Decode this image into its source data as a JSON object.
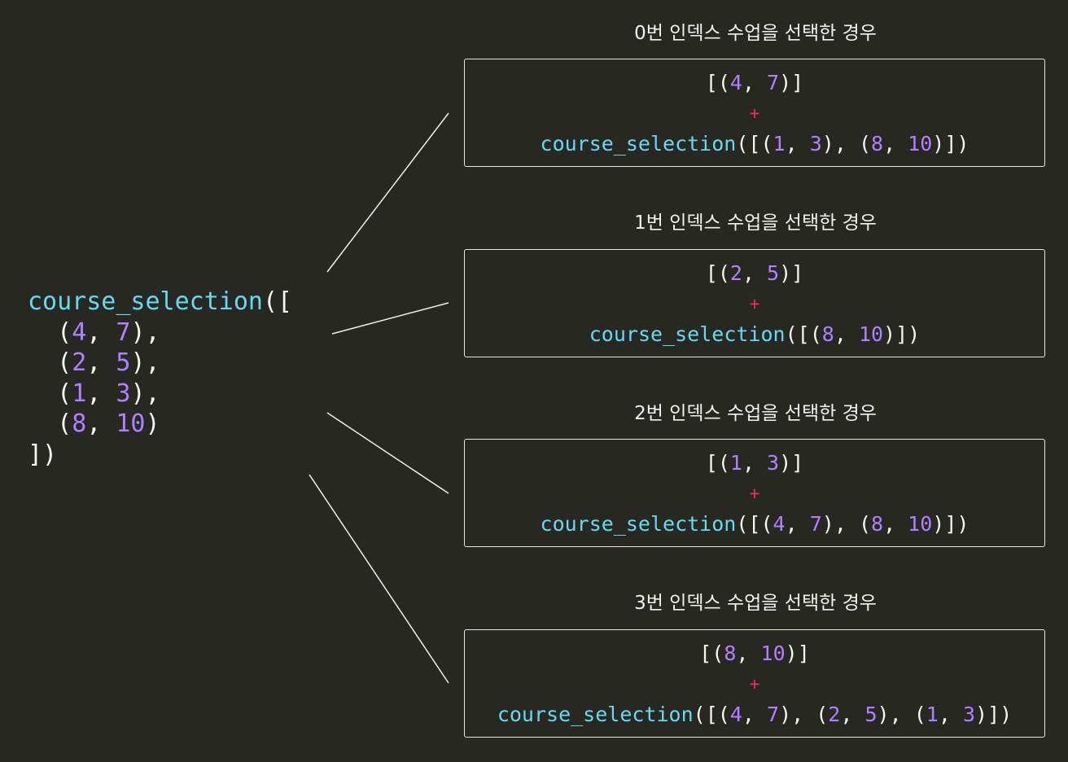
{
  "main_call": {
    "function": "course_selection",
    "intervals": [
      [
        4,
        7
      ],
      [
        2,
        5
      ],
      [
        1,
        3
      ],
      [
        8,
        10
      ]
    ]
  },
  "cases": [
    {
      "title": "0번 인덱스 수업을 선택한 경우",
      "selected": [
        4,
        7
      ],
      "operator": "+",
      "function": "course_selection",
      "remaining": [
        [
          1,
          3
        ],
        [
          8,
          10
        ]
      ]
    },
    {
      "title": "1번 인덱스 수업을 선택한 경우",
      "selected": [
        2,
        5
      ],
      "operator": "+",
      "function": "course_selection",
      "remaining": [
        [
          8,
          10
        ]
      ]
    },
    {
      "title": "2번 인덱스 수업을 선택한 경우",
      "selected": [
        1,
        3
      ],
      "operator": "+",
      "function": "course_selection",
      "remaining": [
        [
          4,
          7
        ],
        [
          8,
          10
        ]
      ]
    },
    {
      "title": "3번 인덱스 수업을 선택한 경우",
      "selected": [
        8,
        10
      ],
      "operator": "+",
      "function": "course_selection",
      "remaining": [
        [
          4,
          7
        ],
        [
          2,
          5
        ],
        [
          1,
          3
        ]
      ]
    }
  ],
  "colors": {
    "background": "#272822",
    "function": "#66d9ef",
    "number": "#ae81ff",
    "operator": "#f92672",
    "text": "#f8f8f2"
  }
}
